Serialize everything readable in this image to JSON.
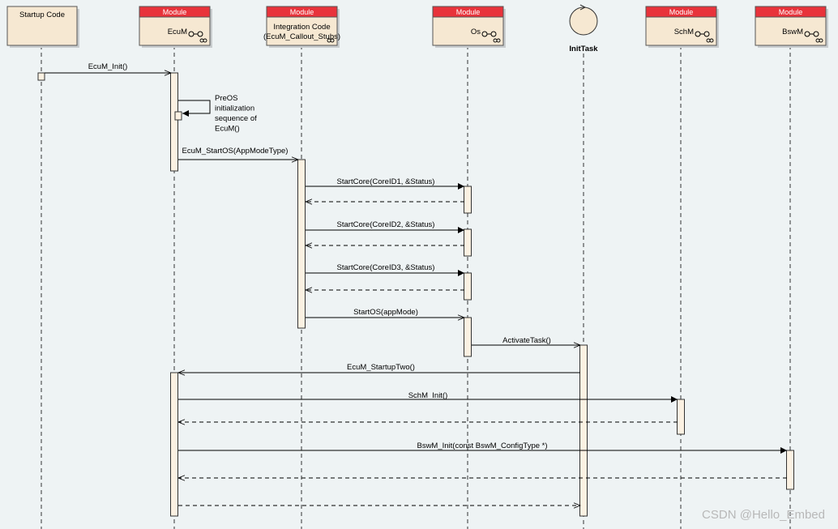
{
  "participants": [
    {
      "id": "startup",
      "name": "Startup Code",
      "stereotype": "",
      "kind": "box"
    },
    {
      "id": "ecum",
      "name": "EcuM",
      "stereotype": "Module",
      "kind": "module"
    },
    {
      "id": "integration",
      "name": "Integration Code\n(EcuM_Callout_Stubs)",
      "stereotype": "Module",
      "kind": "module"
    },
    {
      "id": "os",
      "name": "Os",
      "stereotype": "Module",
      "kind": "module"
    },
    {
      "id": "inittask",
      "name": "InitTask",
      "stereotype": "",
      "kind": "control"
    },
    {
      "id": "schm",
      "name": "SchM",
      "stereotype": "Module",
      "kind": "module"
    },
    {
      "id": "bswm",
      "name": "BswM",
      "stereotype": "Module",
      "kind": "module"
    }
  ],
  "messages": [
    {
      "from": "startup",
      "to": "ecum",
      "label": "EcuM_Init()",
      "type": "call"
    },
    {
      "from": "ecum",
      "to": "ecum",
      "label": "PreOS\ninitialization\nsequence of\nEcuM()",
      "type": "self"
    },
    {
      "from": "ecum",
      "to": "integration",
      "label": "EcuM_StartOS(AppModeType)",
      "type": "call"
    },
    {
      "from": "integration",
      "to": "os",
      "label": "StartCore(CoreID1, &Status)",
      "type": "sync"
    },
    {
      "from": "os",
      "to": "integration",
      "label": "",
      "type": "return"
    },
    {
      "from": "integration",
      "to": "os",
      "label": "StartCore(CoreID2, &Status)",
      "type": "sync"
    },
    {
      "from": "os",
      "to": "integration",
      "label": "",
      "type": "return"
    },
    {
      "from": "integration",
      "to": "os",
      "label": "StartCore(CoreID3, &Status)",
      "type": "sync"
    },
    {
      "from": "os",
      "to": "integration",
      "label": "",
      "type": "return"
    },
    {
      "from": "integration",
      "to": "os",
      "label": "StartOS(appMode)",
      "type": "call"
    },
    {
      "from": "os",
      "to": "inittask",
      "label": "ActivateTask()",
      "type": "call"
    },
    {
      "from": "inittask",
      "to": "ecum",
      "label": "EcuM_StartupTwo()",
      "type": "call"
    },
    {
      "from": "ecum",
      "to": "schm",
      "label": "SchM_Init()",
      "type": "sync"
    },
    {
      "from": "schm",
      "to": "ecum",
      "label": "",
      "type": "return"
    },
    {
      "from": "ecum",
      "to": "bswm",
      "label": "BswM_Init(const BswM_ConfigType *)",
      "type": "sync"
    },
    {
      "from": "bswm",
      "to": "ecum",
      "label": "",
      "type": "return"
    },
    {
      "from": "ecum",
      "to": "inittask",
      "label": "",
      "type": "return"
    }
  ],
  "watermark": "CSDN @Hello_Embed",
  "colors": {
    "background": "#eef3f4",
    "module_header": "#e8333b",
    "box_fill": "#f6e8d2",
    "activation_fill": "#fbf1e2"
  }
}
